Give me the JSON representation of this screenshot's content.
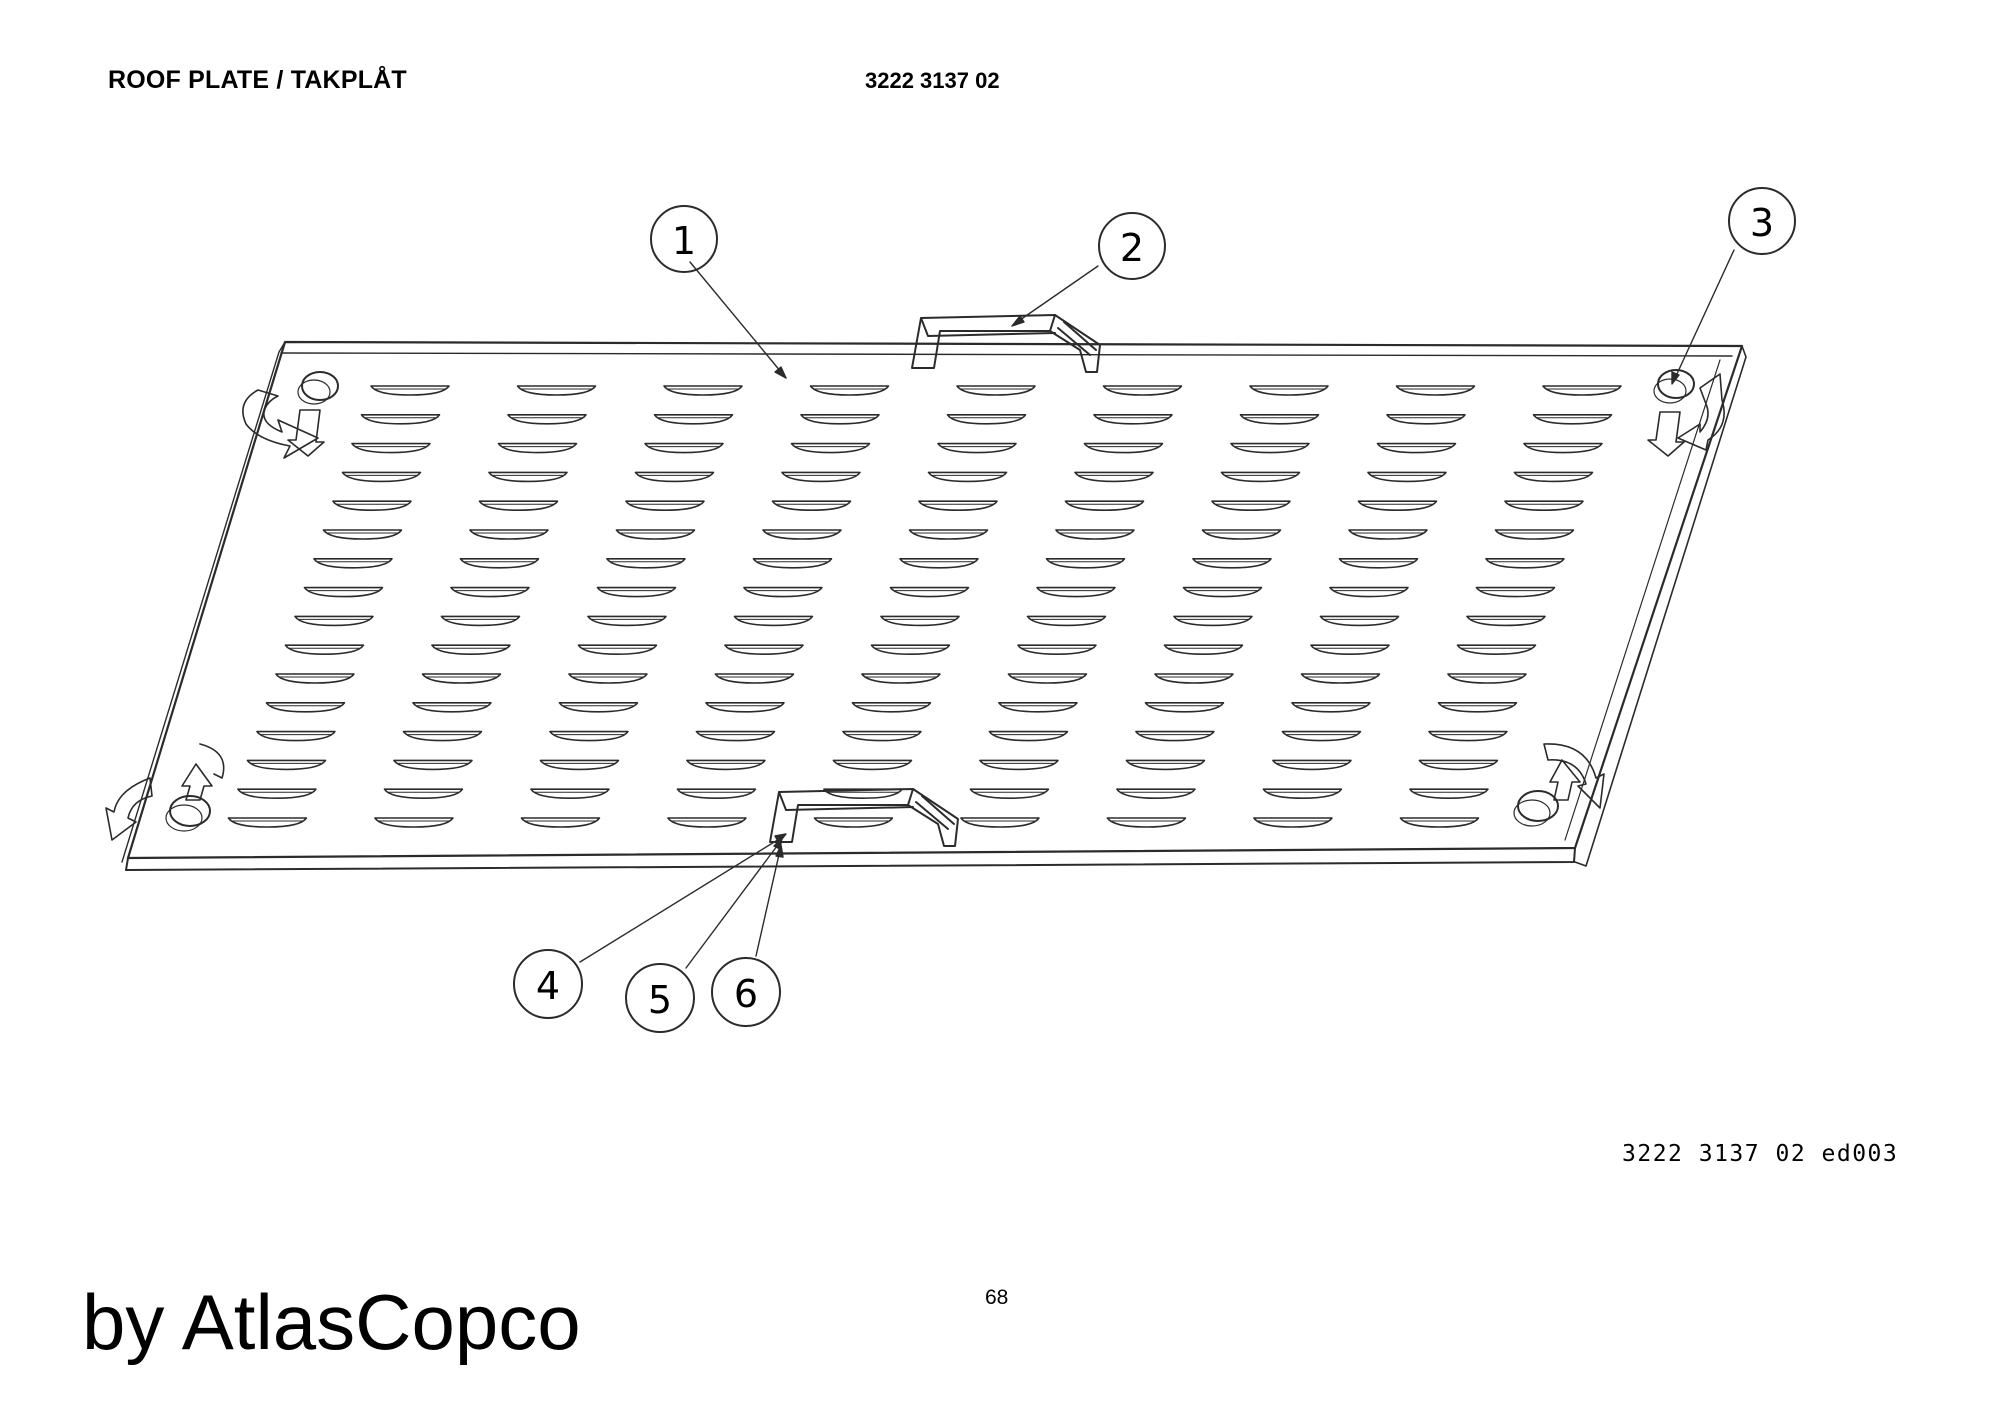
{
  "header": {
    "title": "ROOF PLATE / TAKPLÅT",
    "part_number": "3222 3137 02"
  },
  "drawing_reference": "3222 3137 02 ed003",
  "page_number": "68",
  "brand_text": "by AtlasCopco",
  "callouts": [
    {
      "id": "1",
      "label": "1"
    },
    {
      "id": "2",
      "label": "2"
    },
    {
      "id": "3",
      "label": "3"
    },
    {
      "id": "4",
      "label": "4"
    },
    {
      "id": "5",
      "label": "5"
    },
    {
      "id": "6",
      "label": "6"
    }
  ],
  "colors": {
    "line": "#2b2b2b",
    "background": "#ffffff"
  }
}
